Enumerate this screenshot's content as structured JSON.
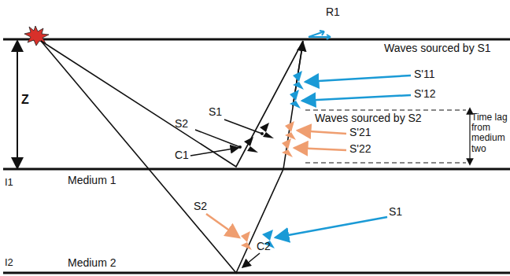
{
  "diagram": {
    "labels": [
      "R1",
      "Waves sourced by S1",
      "Z",
      "S2",
      "S1",
      "C1",
      "S'11",
      "S'12",
      "Waves sourced by S2",
      "Time lag from medium two",
      "S'21",
      "S'22",
      "I1",
      "Medium 1",
      "S2",
      "S1",
      "C2",
      "I2",
      "Medium 2"
    ]
  }
}
